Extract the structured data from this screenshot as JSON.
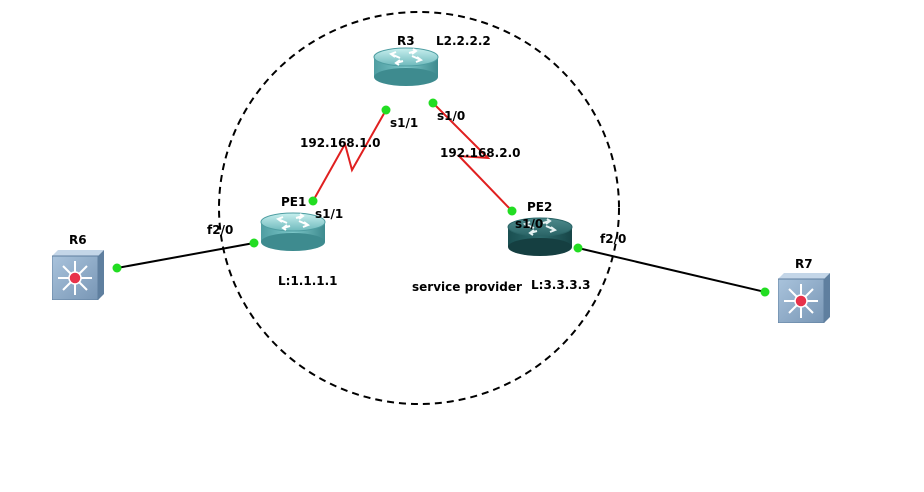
{
  "diagram": {
    "colors": {
      "serial_link": "#e02020",
      "ethernet_link": "#000000",
      "port_dot": "#22dd22",
      "router_teal": "#5aa9ad",
      "router_dark": "#1f5c5e",
      "switch_blue": "#7f9fbf",
      "boundary": "#000000"
    },
    "devices": {
      "r3": {
        "name": "R3",
        "loopback": "L2.2.2.2",
        "icon": "router-icon"
      },
      "pe1": {
        "name": "PE1",
        "loopback": "L:1.1.1.1",
        "icon": "router-icon"
      },
      "pe2": {
        "name": "PE2",
        "loopback": "L:3.3.3.3",
        "icon": "router-icon"
      },
      "r6": {
        "name": "R6",
        "icon": "multilayer-switch-icon"
      },
      "r7": {
        "name": "R7",
        "icon": "multilayer-switch-icon"
      }
    },
    "interfaces": {
      "r3_s11": "s1/1",
      "r3_s10": "s1/0",
      "pe1_s11": "s1/1",
      "pe1_f20": "f2/0",
      "pe2_s10": "s1/0",
      "pe2_f20": "f2/0"
    },
    "networks": {
      "net1": "192.168.1.0",
      "net2": "192.168.2.0"
    },
    "region_label": "service provider"
  }
}
